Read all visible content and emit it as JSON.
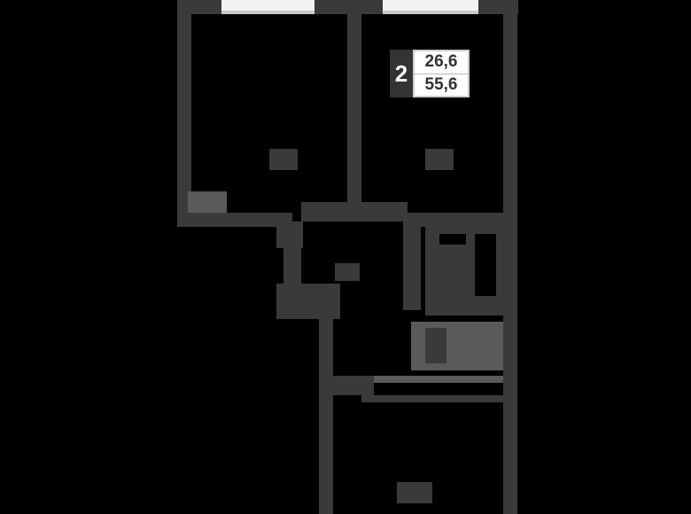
{
  "plan": {
    "rooms_count": "2",
    "living_area": "26,6",
    "total_area": "55,6"
  },
  "colors": {
    "background": "#000000",
    "walls": "#3a3a3a",
    "windows": "#f2f2f2",
    "badge_text": "#333333"
  },
  "rooms": [
    {
      "name": "room-left",
      "label": ""
    },
    {
      "name": "room-right",
      "label": ""
    },
    {
      "name": "hallway",
      "label": ""
    },
    {
      "name": "bathroom",
      "label": ""
    },
    {
      "name": "balcony",
      "label": ""
    }
  ]
}
